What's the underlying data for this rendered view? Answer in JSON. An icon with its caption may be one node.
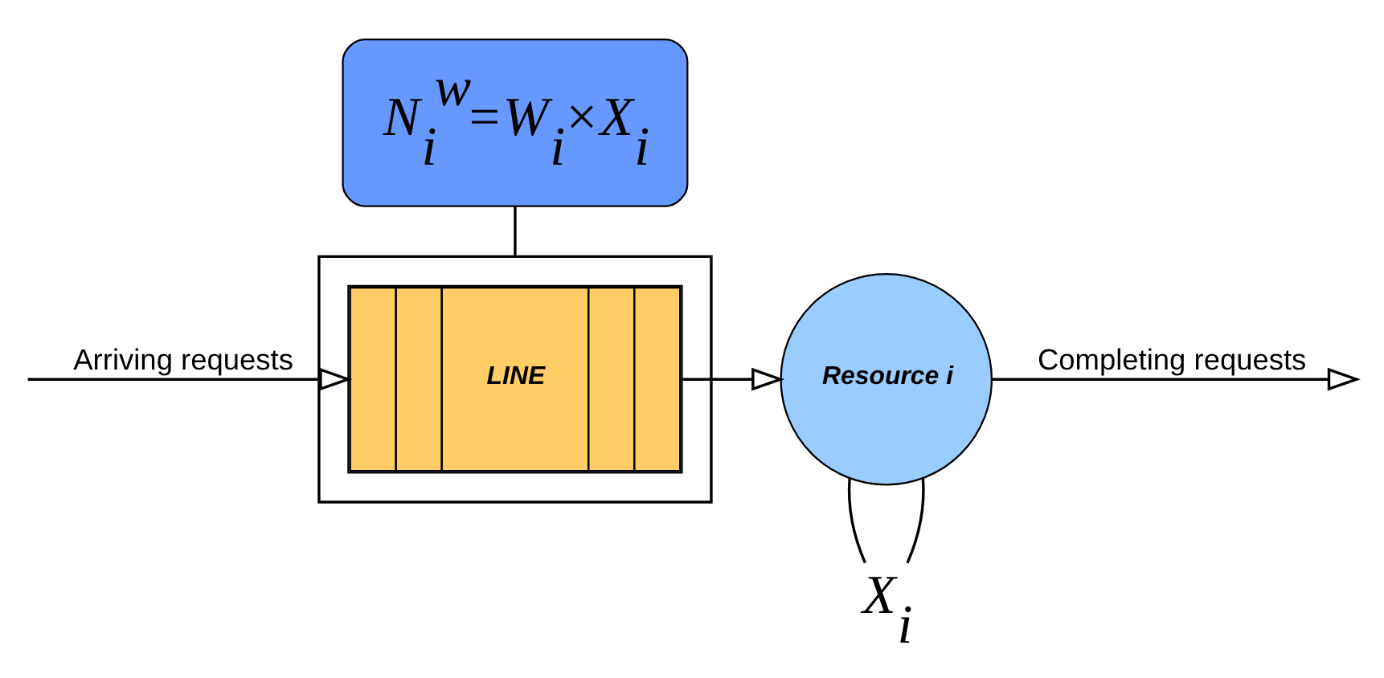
{
  "diagram": {
    "nodes": [
      {
        "text": [],
        "shape": "box"
      },
      {
        "text": [
          "LINE"
        ],
        "in": 0
      },
      {
        "text": [
          "Resource i"
        ]
      },
      {
        "text": [
          "N$_{i}$$^{w}$=W$_{i}$×X$_{i}$"
        ]
      },
      {
        "text": [
          "X$_{i}$"
        ]
      }
    ],
    "edges": [
      {
        "from": null,
        "to": 1,
        "arrow": "to",
        "label": "Arriving requests"
      },
      {
        "from": 1,
        "to": 2,
        "arrow": "to"
      },
      {
        "from": 2,
        "to": null,
        "arrow": "to",
        "label": "Completing requests"
      },
      {
        "from": 3,
        "to": 0,
        "arrow": "none"
      },
      {
        "from": 2,
        "to": 4,
        "arrow": "none"
      },
      {
        "from": 2,
        "to": 4,
        "arrow": "none"
      }
    ]
  }
}
